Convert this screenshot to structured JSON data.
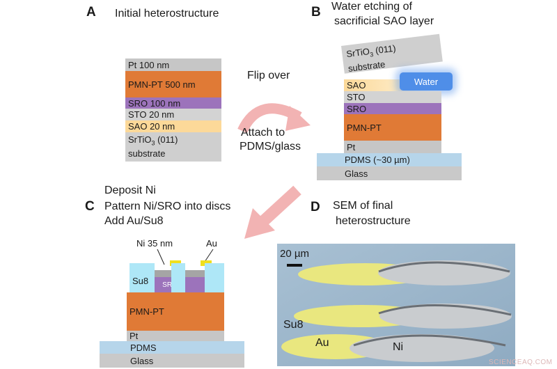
{
  "panels": {
    "a": {
      "letter": "A",
      "title": "Initial heterostructure",
      "layers": {
        "pt": "Pt 100 nm",
        "pmn": "PMN-PT 500 nm",
        "sro": "SRO 100 nm",
        "sto": "STO 20 nm",
        "sao": "SAO 20 nm",
        "sub_line1": "SrTiO",
        "sub_sub": "3",
        "sub_line1b": " (011)",
        "sub_line2": "substrate"
      }
    },
    "b": {
      "letter": "B",
      "title_line1": "Water etching of",
      "title_line2": "sacrificial SAO layer",
      "sub_line1": "SrTiO",
      "sub_sub": "3",
      "sub_line1b": " (011)",
      "sub_line2": "substrate",
      "water": "Water",
      "layers": {
        "sao": "SAO",
        "sto": "STO",
        "sro": "SRO",
        "pmn": "PMN-PT",
        "pt": "Pt",
        "pdms": "PDMS (~30 µm)",
        "glass": "Glass"
      }
    },
    "c": {
      "letter": "C",
      "steps": [
        "Deposit Ni",
        "Pattern Ni/SRO into discs",
        "Add Au/Su8"
      ],
      "ni_label": "Ni 35 nm",
      "au_label": "Au",
      "layers": {
        "su8": "Su8",
        "sro": "SRO",
        "pmn": "PMN-PT",
        "pt": "Pt",
        "pdms": "PDMS",
        "glass": "Glass"
      }
    },
    "d": {
      "letter": "D",
      "title_line1": "SEM of final",
      "title_line2": "heterostructure",
      "scale": "20 µm",
      "su8": "Su8",
      "au": "Au",
      "ni": "Ni"
    }
  },
  "arrow_text": {
    "flip": "Flip over",
    "attach_line1": "Attach to",
    "attach_line2": "PDMS/glass"
  },
  "watermark": "SCIENCEAQ.COM",
  "colors": {
    "pt": "#c6c6c6",
    "pmn_pt": "#e07a36",
    "sro": "#9c73bb",
    "sto": "#d3d3d3",
    "sao": "#fcd999",
    "pdms": "#b6d5ea",
    "su8": "#aee7f7",
    "au": "#f0df1e",
    "arrow": "#f2b3b3",
    "water": "#4f8ee8",
    "sem_bg": "#9fb9cd"
  }
}
